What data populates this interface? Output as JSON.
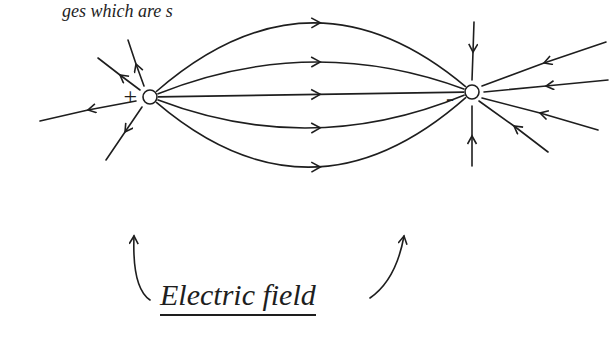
{
  "diagram": {
    "nodes": [
      {
        "text": [
          "+"
        ]
      },
      {
        "text": [
          "-"
        ]
      }
    ],
    "edges": [
      {
        "from": 0,
        "to": 1,
        "arrow": "to"
      },
      {
        "from": 0,
        "to": 1,
        "arrow": "to"
      },
      {
        "from": 0,
        "to": 1,
        "arrow": "to"
      },
      {
        "from": 0,
        "to": 1,
        "arrow": "to"
      },
      {
        "from": 0,
        "to": 1,
        "arrow": "to"
      }
    ],
    "labels": [
      "ges which are s",
      "Electric field"
    ]
  }
}
